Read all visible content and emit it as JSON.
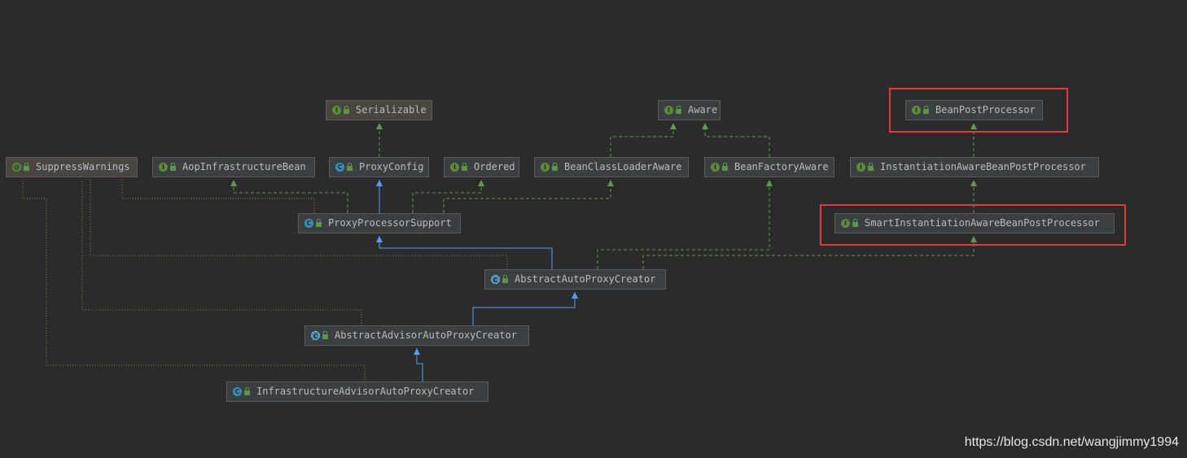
{
  "nodes": [
    {
      "id": "serializable",
      "label": "Serializable",
      "kind": "interface",
      "annotation": true
    },
    {
      "id": "aware",
      "label": "Aware",
      "kind": "interface"
    },
    {
      "id": "beanpostprocessor",
      "label": "BeanPostProcessor",
      "kind": "interface"
    },
    {
      "id": "suppresswarnings",
      "label": "SuppressWarnings",
      "kind": "annotation",
      "annotation": true
    },
    {
      "id": "aopinfrastructurebean",
      "label": "AopInfrastructureBean",
      "kind": "interface"
    },
    {
      "id": "proxyconfig",
      "label": "ProxyConfig",
      "kind": "class"
    },
    {
      "id": "ordered",
      "label": "Ordered",
      "kind": "interface"
    },
    {
      "id": "beanclassloaderaware",
      "label": "BeanClassLoaderAware",
      "kind": "interface"
    },
    {
      "id": "beanfactoryaware",
      "label": "BeanFactoryAware",
      "kind": "interface"
    },
    {
      "id": "instantiationawarebpp",
      "label": "InstantiationAwareBeanPostProcessor",
      "kind": "interface"
    },
    {
      "id": "proxyprocessorsupport",
      "label": "ProxyProcessorSupport",
      "kind": "class"
    },
    {
      "id": "smartinstantiationawarebpp",
      "label": "SmartInstantiationAwareBeanPostProcessor",
      "kind": "interface"
    },
    {
      "id": "abstractautoproxycreator",
      "label": "AbstractAutoProxyCreator",
      "kind": "abstract"
    },
    {
      "id": "abstractadvisorautoproxycreator",
      "label": "AbstractAdvisorAutoProxyCreator",
      "kind": "abstract"
    },
    {
      "id": "infrastructureadvisorautoproxycreator",
      "label": "InfrastructureAdvisorAutoProxyCreator",
      "kind": "class"
    }
  ],
  "edges": [
    {
      "from": "proxyconfig",
      "to": "serializable",
      "type": "implements"
    },
    {
      "from": "beanclassloaderaware",
      "to": "aware",
      "type": "extends-interface"
    },
    {
      "from": "beanfactoryaware",
      "to": "aware",
      "type": "extends-interface"
    },
    {
      "from": "instantiationawarebpp",
      "to": "beanpostprocessor",
      "type": "extends-interface"
    },
    {
      "from": "smartinstantiationawarebpp",
      "to": "instantiationawarebpp",
      "type": "extends-interface"
    },
    {
      "from": "proxyprocessorsupport",
      "to": "proxyconfig",
      "type": "extends"
    },
    {
      "from": "proxyprocessorsupport",
      "to": "aopinfrastructurebean",
      "type": "implements"
    },
    {
      "from": "proxyprocessorsupport",
      "to": "ordered",
      "type": "implements"
    },
    {
      "from": "proxyprocessorsupport",
      "to": "beanclassloaderaware",
      "type": "implements"
    },
    {
      "from": "abstractautoproxycreator",
      "to": "proxyprocessorsupport",
      "type": "extends"
    },
    {
      "from": "abstractautoproxycreator",
      "to": "beanfactoryaware",
      "type": "implements"
    },
    {
      "from": "abstractautoproxycreator",
      "to": "smartinstantiationawarebpp",
      "type": "implements"
    },
    {
      "from": "abstractadvisorautoproxycreator",
      "to": "abstractautoproxycreator",
      "type": "extends"
    },
    {
      "from": "infrastructureadvisorautoproxycreator",
      "to": "abstractadvisorautoproxycreator",
      "type": "extends"
    },
    {
      "from": "proxyprocessorsupport",
      "to": "suppresswarnings",
      "type": "annotated"
    },
    {
      "from": "abstractautoproxycreator",
      "to": "suppresswarnings",
      "type": "annotated"
    },
    {
      "from": "abstractadvisorautoproxycreator",
      "to": "suppresswarnings",
      "type": "annotated"
    },
    {
      "from": "infrastructureadvisorautoproxycreator",
      "to": "suppresswarnings",
      "type": "annotated"
    }
  ],
  "highlighted": [
    "beanpostprocessor",
    "smartinstantiationawarebpp"
  ],
  "colors": {
    "background": "#2b2b2b",
    "implements_edge": "#629755",
    "extends_edge": "#589df6",
    "annotated_edge": "#8a7f3f",
    "highlight": "#e13a3a"
  },
  "watermark": "https://blog.csdn.net/wangjimmy1994"
}
